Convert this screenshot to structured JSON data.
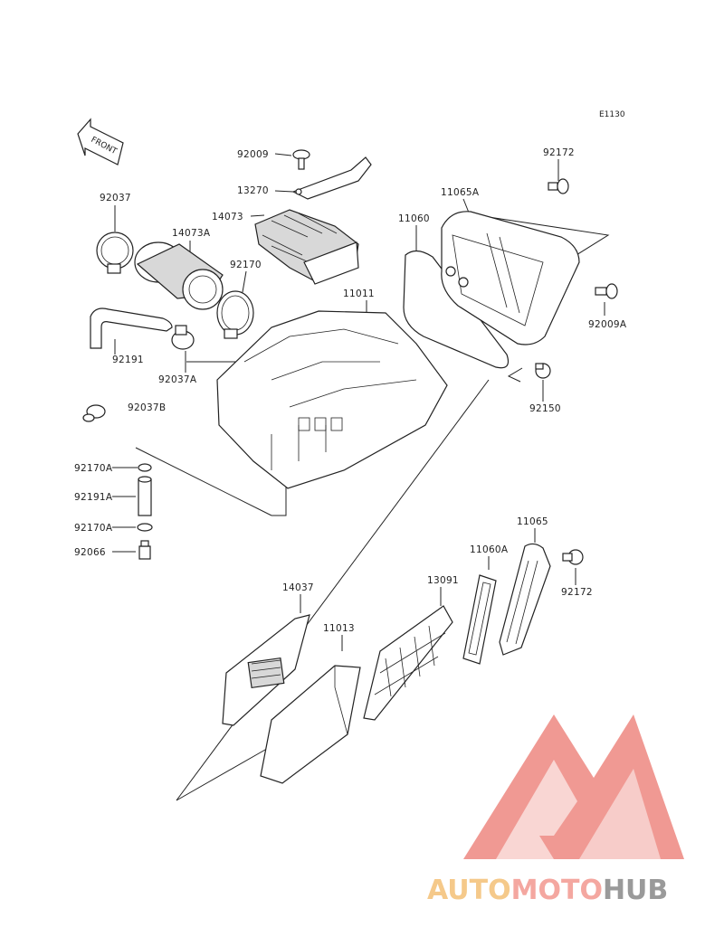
{
  "diagram_code": "E1130",
  "front_label": "FRONT",
  "watermark": {
    "auto": "AUTO",
    "moto": "MOTO",
    "hub": "HUB",
    "brand_red": "#ef8f88",
    "brand_orange": "#f5c98a",
    "brand_gray": "#9a9a9a"
  },
  "parts": {
    "p92009": "92009",
    "p13270": "13270",
    "p92172a": "92172",
    "p11065A": "11065A",
    "p92037": "92037",
    "p14073": "14073",
    "p14073A": "14073A",
    "p11060": "11060",
    "p92170": "92170",
    "p11011": "11011",
    "p92009A": "92009A",
    "p92191": "92191",
    "p92037A": "92037A",
    "p92150": "92150",
    "p92037B": "92037B",
    "p92170A_1": "92170A",
    "p92191A": "92191A",
    "p92170A_2": "92170A",
    "p92066": "92066",
    "p11065": "11065",
    "p11060A": "11060A",
    "p13091": "13091",
    "p14037": "14037",
    "p92172b": "92172",
    "p11013": "11013"
  }
}
